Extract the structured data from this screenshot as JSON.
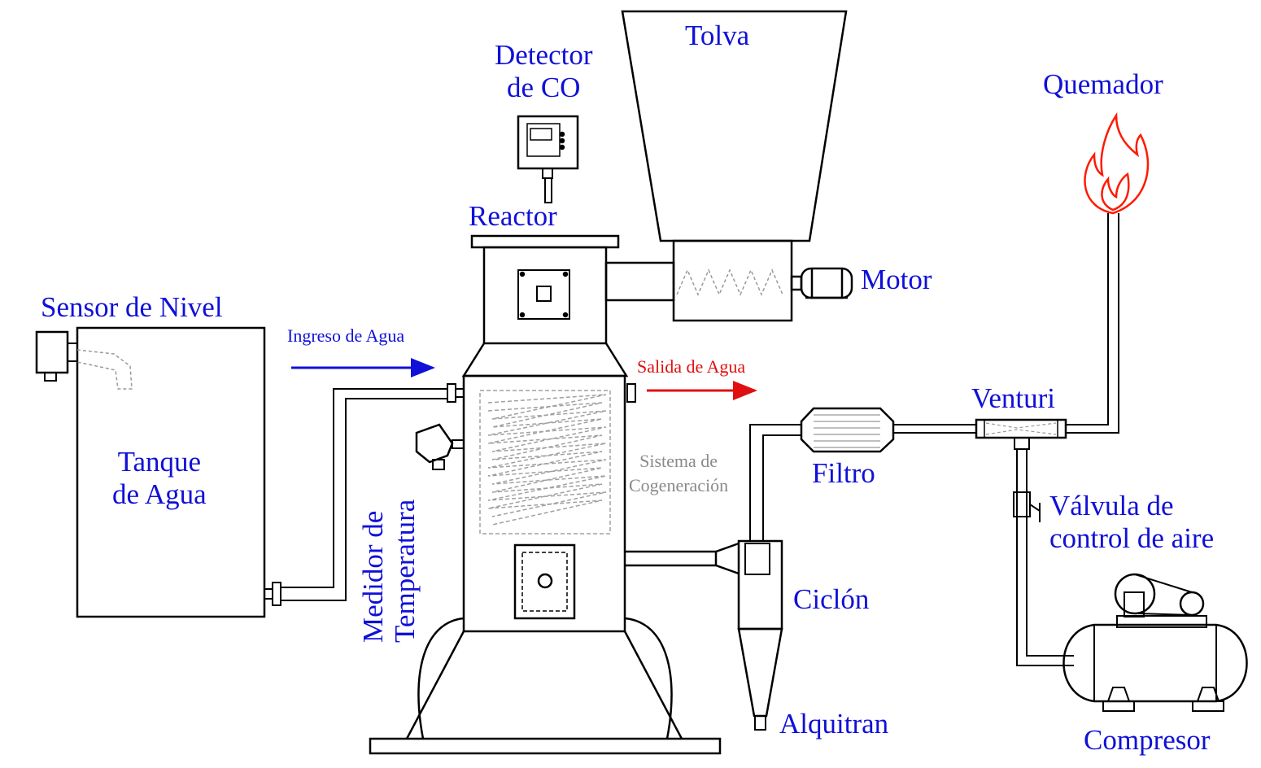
{
  "labels": {
    "tolva": "Tolva",
    "detector_line1": "Detector",
    "detector_line2": "de CO",
    "reactor": "Reactor",
    "motor": "Motor",
    "quemador": "Quemador",
    "sensor_nivel": "Sensor de Nivel",
    "ingreso_agua": "Ingreso de Agua",
    "salida_agua": "Salida de Agua",
    "tanque_line1": "Tanque",
    "tanque_line2": "de Agua",
    "medidor_line1": "Medidor de",
    "medidor_line2": "Temperatura",
    "cogeneracion_line1": "Sistema de",
    "cogeneracion_line2": "Cogeneración",
    "filtro": "Filtro",
    "venturi": "Venturi",
    "valvula_line1": "Válvula de",
    "valvula_line2": "control de aire",
    "ciclon": "Ciclón",
    "alquitran": "Alquitran",
    "compresor": "Compresor"
  },
  "colors": {
    "label_blue": "#1010d8",
    "water_out_red": "#e01010",
    "line": "#000000",
    "hidden_line": "#a0a0a0",
    "flame": "#ff1a00"
  }
}
